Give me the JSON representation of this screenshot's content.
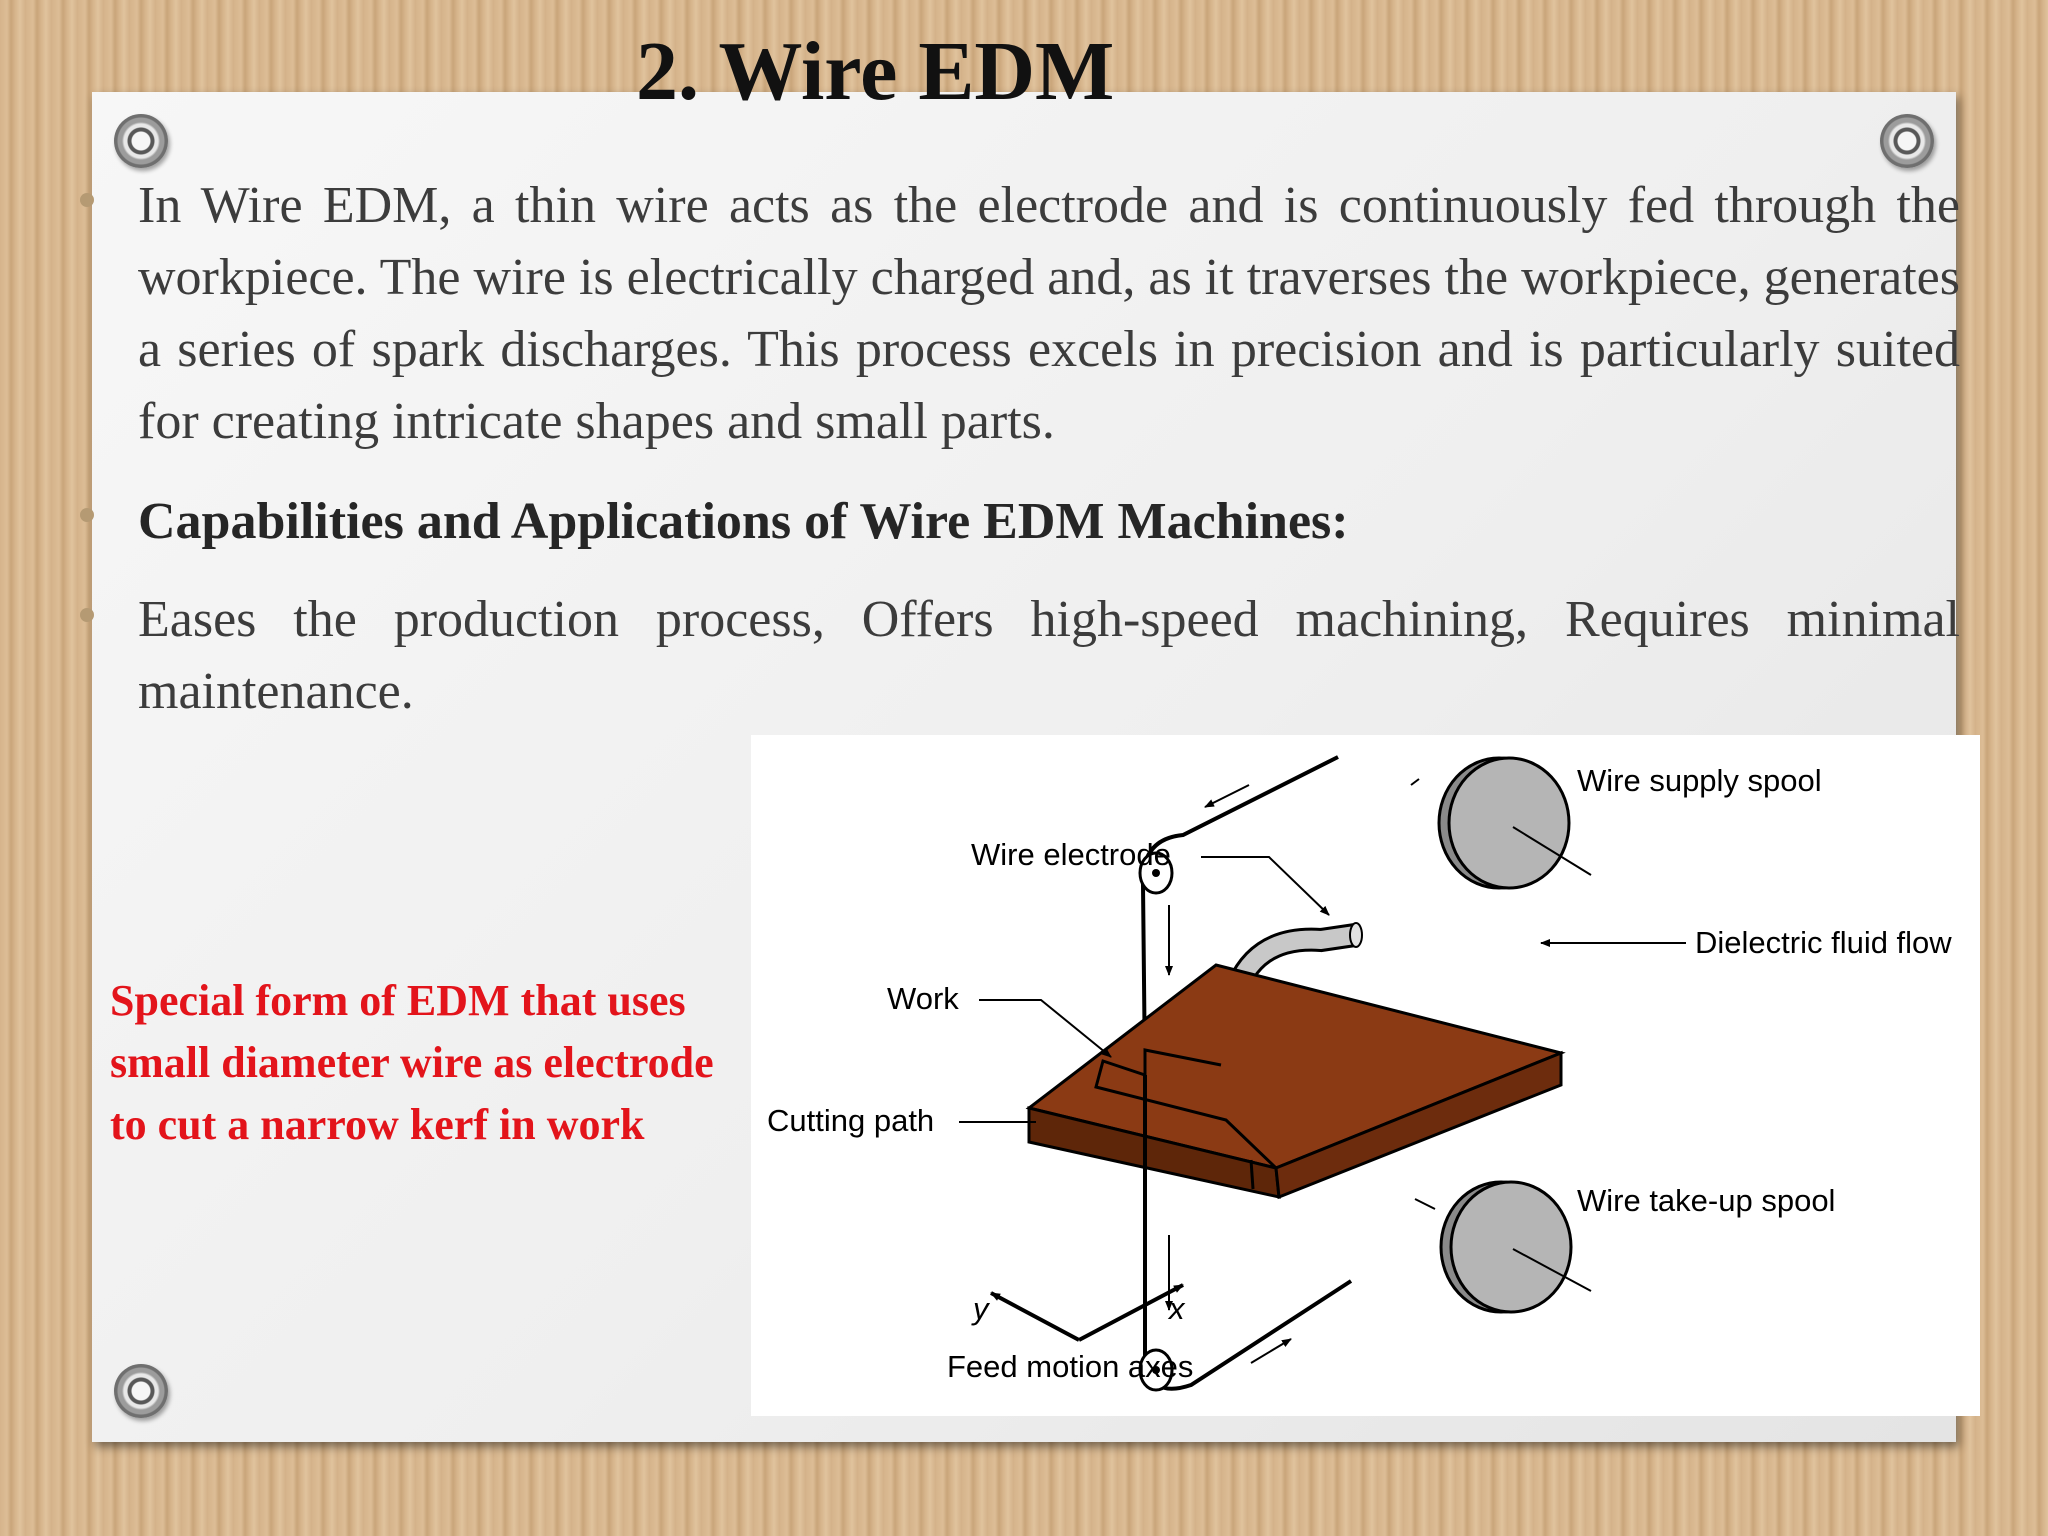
{
  "slide": {
    "title": "2. Wire EDM",
    "paragraph1": "In Wire EDM, a thin wire acts as the electrode and is continuously fed through the workpiece. The wire is electrically charged and, as it traverses the workpiece, generates a series of spark discharges. This process excels in precision and is particularly suited for creating intricate shapes and small parts.",
    "heading": "Capabilities and Applications of Wire EDM Machines:",
    "paragraph2": "Eases the production process, Offers high-speed machining, Requires minimal maintenance.",
    "side_note": "Special form of EDM that uses small diameter wire as electrode to cut a narrow kerf in work",
    "colors": {
      "note": "#e3141b",
      "work": "#8b3a14",
      "spool": "#b5b5b5"
    }
  },
  "diagram": {
    "labels": {
      "wire_supply_spool": "Wire supply spool",
      "wire_electrode": "Wire electrode",
      "dielectric_fluid_flow": "Dielectric fluid flow",
      "work": "Work",
      "cutting_path": "Cutting path",
      "wire_takeup_spool": "Wire take-up spool",
      "feed_motion_axes": "Feed motion axes",
      "axis_y": "y",
      "axis_x": "x"
    }
  }
}
